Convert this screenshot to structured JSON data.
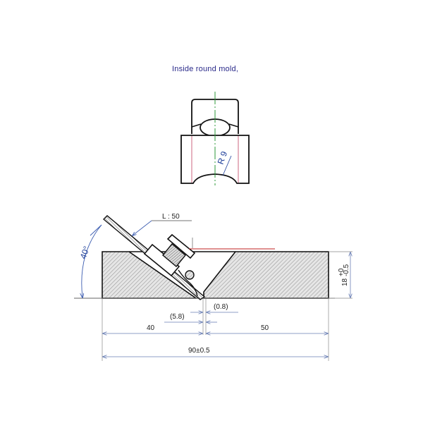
{
  "title": "Inside round mold,",
  "top_view": {
    "radius_label": "R 9",
    "centerline_color": "#2e9a3a",
    "hidden_line_color": "#c04060"
  },
  "main_view": {
    "angle_label": "40°",
    "blade_length_label": "L : 50",
    "height_label": "18",
    "height_tol_upper": "+0",
    "height_tol_lower": "-0.5",
    "dim_left": "40",
    "dim_right": "50",
    "dim_total": "90±0.5",
    "dim_offset_a": "(5.8)",
    "dim_offset_b": "(0.8)",
    "leader_color": "#c02020",
    "dim_arrow_color": "#6a7fb5"
  }
}
